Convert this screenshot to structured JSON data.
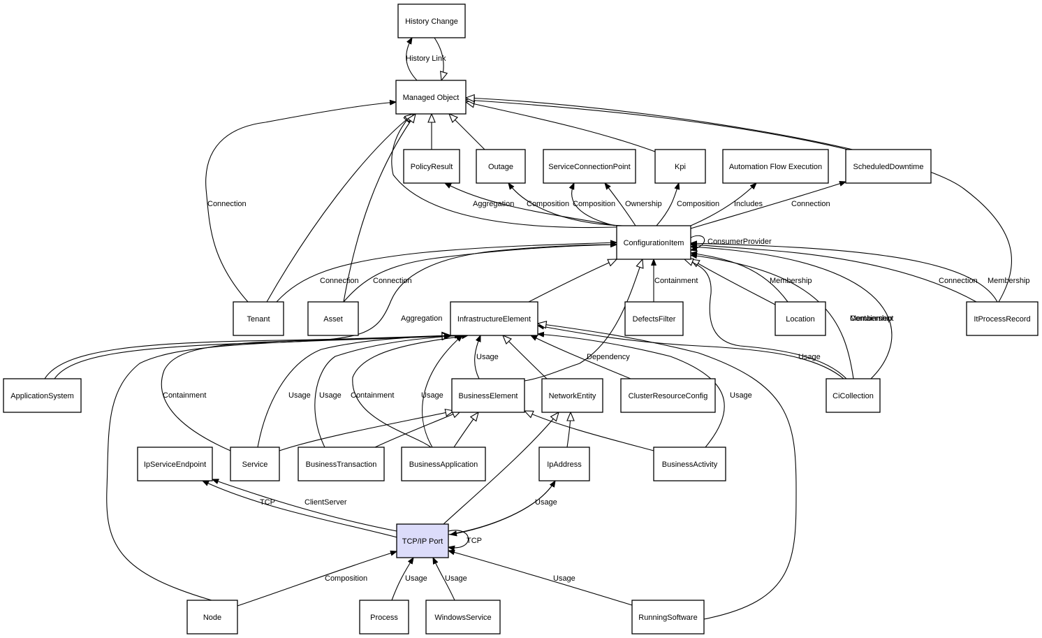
{
  "diagram": {
    "title": "Class relationship diagram: TCP/IP Port",
    "highlight_color": "#dcdcfa",
    "nodes": [
      {
        "id": "history_change",
        "label": "History Change"
      },
      {
        "id": "managed_object",
        "label": "Managed Object"
      },
      {
        "id": "policy_result",
        "label": "PolicyResult"
      },
      {
        "id": "outage",
        "label": "Outage"
      },
      {
        "id": "service_connection_point",
        "label": "ServiceConnectionPoint"
      },
      {
        "id": "kpi",
        "label": "Kpi"
      },
      {
        "id": "automation_flow_execution",
        "label": "Automation Flow Execution"
      },
      {
        "id": "scheduled_downtime",
        "label": "ScheduledDowntime"
      },
      {
        "id": "configuration_item",
        "label": "ConfigurationItem"
      },
      {
        "id": "tenant",
        "label": "Tenant"
      },
      {
        "id": "asset",
        "label": "Asset"
      },
      {
        "id": "infrastructure_element",
        "label": "InfrastructureElement"
      },
      {
        "id": "defects_filter",
        "label": "DefectsFilter"
      },
      {
        "id": "location",
        "label": "Location"
      },
      {
        "id": "it_process_record",
        "label": "ItProcessRecord"
      },
      {
        "id": "application_system",
        "label": "ApplicationSystem"
      },
      {
        "id": "business_element",
        "label": "BusinessElement"
      },
      {
        "id": "network_entity",
        "label": "NetworkEntity"
      },
      {
        "id": "cluster_resource_config",
        "label": "ClusterResourceConfig"
      },
      {
        "id": "ci_collection",
        "label": "CiCollection"
      },
      {
        "id": "ip_service_endpoint",
        "label": "IpServiceEndpoint"
      },
      {
        "id": "service",
        "label": "Service"
      },
      {
        "id": "business_transaction",
        "label": "BusinessTransaction"
      },
      {
        "id": "business_application",
        "label": "BusinessApplication"
      },
      {
        "id": "ip_address",
        "label": "IpAddress"
      },
      {
        "id": "business_activity",
        "label": "BusinessActivity"
      },
      {
        "id": "tcp_ip_port",
        "label": "TCP/IP Port",
        "highlighted": true
      },
      {
        "id": "node",
        "label": "Node"
      },
      {
        "id": "process",
        "label": "Process"
      },
      {
        "id": "windows_service",
        "label": "WindowsService"
      },
      {
        "id": "running_software",
        "label": "RunningSoftware"
      }
    ],
    "edges": [
      {
        "from": "managed_object",
        "to": "history_change",
        "label": "History Link",
        "type": "association"
      },
      {
        "from": "history_change",
        "to": "managed_object",
        "label": "",
        "type": "inheritance"
      },
      {
        "from": "policy_result",
        "to": "managed_object",
        "label": "",
        "type": "inheritance"
      },
      {
        "from": "outage",
        "to": "managed_object",
        "label": "",
        "type": "inheritance"
      },
      {
        "from": "kpi",
        "to": "managed_object",
        "label": "",
        "type": "inheritance"
      },
      {
        "from": "scheduled_downtime",
        "to": "managed_object",
        "label": "",
        "type": "inheritance"
      },
      {
        "from": "it_process_record",
        "to": "managed_object",
        "label": "",
        "type": "inheritance"
      },
      {
        "from": "configuration_item",
        "to": "managed_object",
        "label": "",
        "type": "inheritance"
      },
      {
        "from": "tenant",
        "to": "managed_object",
        "label": "",
        "type": "inheritance"
      },
      {
        "from": "asset",
        "to": "managed_object",
        "label": "",
        "type": "inheritance"
      },
      {
        "from": "tenant",
        "to": "managed_object",
        "label": "Connection",
        "type": "association"
      },
      {
        "from": "configuration_item",
        "to": "policy_result",
        "label": "Aggregation",
        "type": "association"
      },
      {
        "from": "configuration_item",
        "to": "outage",
        "label": "Composition",
        "type": "association"
      },
      {
        "from": "configuration_item",
        "to": "service_connection_point",
        "label": "Composition",
        "type": "association"
      },
      {
        "from": "configuration_item",
        "to": "service_connection_point",
        "label": "Ownership",
        "type": "association"
      },
      {
        "from": "configuration_item",
        "to": "kpi",
        "label": "Composition",
        "type": "association"
      },
      {
        "from": "configuration_item",
        "to": "automation_flow_execution",
        "label": "Includes",
        "type": "association"
      },
      {
        "from": "configuration_item",
        "to": "scheduled_downtime",
        "label": "Connection",
        "type": "association"
      },
      {
        "from": "configuration_item",
        "to": "configuration_item",
        "label": "ConsumerProvider",
        "type": "association"
      },
      {
        "from": "tenant",
        "to": "configuration_item",
        "label": "Connection",
        "type": "association"
      },
      {
        "from": "asset",
        "to": "configuration_item",
        "label": "Connection",
        "type": "association"
      },
      {
        "from": "application_system",
        "to": "configuration_item",
        "label": "Aggregation",
        "type": "association"
      },
      {
        "from": "infrastructure_element",
        "to": "configuration_item",
        "label": "",
        "type": "inheritance"
      },
      {
        "from": "business_element",
        "to": "configuration_item",
        "label": "",
        "type": "inheritance"
      },
      {
        "from": "defects_filter",
        "to": "configuration_item",
        "label": "Containment",
        "type": "association"
      },
      {
        "from": "location",
        "to": "configuration_item",
        "label": "",
        "type": "inheritance"
      },
      {
        "from": "location",
        "to": "configuration_item",
        "label": "Membership",
        "type": "association"
      },
      {
        "from": "ci_collection",
        "to": "configuration_item",
        "label": "",
        "type": "inheritance"
      },
      {
        "from": "ci_collection",
        "to": "configuration_item",
        "label": "Containment",
        "type": "association"
      },
      {
        "from": "ci_collection",
        "to": "configuration_item",
        "label": "Membership",
        "type": "association"
      },
      {
        "from": "it_process_record",
        "to": "configuration_item",
        "label": "Connection",
        "type": "association"
      },
      {
        "from": "it_process_record",
        "to": "configuration_item",
        "label": "Membership",
        "type": "association"
      },
      {
        "from": "application_system",
        "to": "infrastructure_element",
        "label": "",
        "type": "association"
      },
      {
        "from": "node",
        "to": "infrastructure_element",
        "label": "",
        "type": "inheritance"
      },
      {
        "from": "service",
        "to": "infrastructure_element",
        "label": "Containment",
        "type": "association"
      },
      {
        "from": "service",
        "to": "infrastructure_element",
        "label": "Usage",
        "type": "association"
      },
      {
        "from": "business_transaction",
        "to": "infrastructure_element",
        "label": "Usage",
        "type": "association"
      },
      {
        "from": "business_application",
        "to": "infrastructure_element",
        "label": "Containment",
        "type": "association"
      },
      {
        "from": "business_application",
        "to": "infrastructure_element",
        "label": "Usage",
        "type": "association"
      },
      {
        "from": "business_element",
        "to": "infrastructure_element",
        "label": "Usage",
        "type": "association"
      },
      {
        "from": "network_entity",
        "to": "infrastructure_element",
        "label": "",
        "type": "inheritance"
      },
      {
        "from": "cluster_resource_config",
        "to": "infrastructure_element",
        "label": "Dependency",
        "type": "association"
      },
      {
        "from": "business_activity",
        "to": "infrastructure_element",
        "label": "Usage",
        "type": "association"
      },
      {
        "from": "ci_collection",
        "to": "infrastructure_element",
        "label": "Usage",
        "type": "association"
      },
      {
        "from": "running_software",
        "to": "infrastructure_element",
        "label": "",
        "type": "inheritance"
      },
      {
        "from": "service",
        "to": "business_element",
        "label": "",
        "type": "inheritance"
      },
      {
        "from": "business_transaction",
        "to": "business_element",
        "label": "",
        "type": "inheritance"
      },
      {
        "from": "business_application",
        "to": "business_element",
        "label": "",
        "type": "inheritance"
      },
      {
        "from": "business_activity",
        "to": "business_element",
        "label": "",
        "type": "inheritance"
      },
      {
        "from": "tcp_ip_port",
        "to": "network_entity",
        "label": "",
        "type": "inheritance"
      },
      {
        "from": "ip_address",
        "to": "network_entity",
        "label": "",
        "type": "inheritance"
      },
      {
        "from": "tcp_ip_port",
        "to": "ip_service_endpoint",
        "label": "TCP",
        "type": "association"
      },
      {
        "from": "tcp_ip_port",
        "to": "ip_service_endpoint",
        "label": "ClientServer",
        "type": "association"
      },
      {
        "from": "tcp_ip_port",
        "to": "ip_address",
        "label": "Usage",
        "type": "association"
      },
      {
        "from": "ip_address",
        "to": "tcp_ip_port",
        "label": "Usage",
        "type": "association"
      },
      {
        "from": "tcp_ip_port",
        "to": "tcp_ip_port",
        "label": "TCP",
        "type": "association"
      },
      {
        "from": "node",
        "to": "tcp_ip_port",
        "label": "Composition",
        "type": "association"
      },
      {
        "from": "process",
        "to": "tcp_ip_port",
        "label": "Usage",
        "type": "association"
      },
      {
        "from": "windows_service",
        "to": "tcp_ip_port",
        "label": "Usage",
        "type": "association"
      },
      {
        "from": "running_software",
        "to": "tcp_ip_port",
        "label": "Usage",
        "type": "association"
      }
    ]
  }
}
